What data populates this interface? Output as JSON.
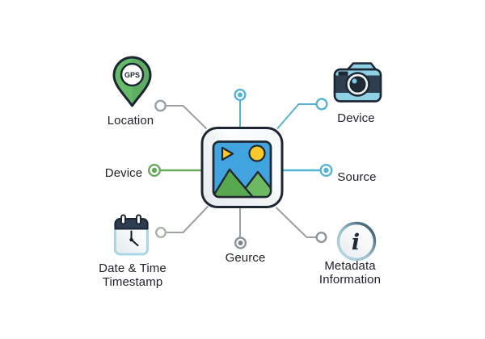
{
  "diagram_subject": "image-metadata-diagram",
  "center": {
    "icon": "image-thumbnail-icon"
  },
  "nodes": {
    "location": {
      "label": "Location",
      "icon": "gps-pin-icon",
      "badge": "GPS",
      "connector_color": "#9aa0a5",
      "connector_style": "open-circle"
    },
    "device_top": {
      "label": "Device",
      "icon": "camera-icon",
      "connector_color": "#56b3d3",
      "connector_style": "open-circle"
    },
    "device_left": {
      "label": "Device",
      "connector_color": "#67a85c",
      "connector_style": "ring-dot"
    },
    "source_right": {
      "label": "Source",
      "connector_color": "#56b3d3",
      "connector_style": "ring-dot"
    },
    "source_top": {
      "connector_color": "#56b3d3",
      "connector_style": "ring-dot"
    },
    "timestamp": {
      "label_line1": "Date & Time",
      "label_line2": "Timestamp",
      "icon": "calendar-clock-icon",
      "connector_color": "#a9b4a6",
      "connector_style": "open-circle"
    },
    "source_bottom": {
      "label": "Geurce",
      "connector_color": "#8d9499",
      "connector_style": "ring-dot"
    },
    "metadata": {
      "label_line1": "Metadata",
      "label_line2": "Information",
      "icon": "info-icon",
      "glyph": "i",
      "connector_color": "#8d9499",
      "connector_style": "open-circle"
    }
  },
  "colors": {
    "background": "#ffffff",
    "outline_dark": "#1d2733",
    "accent_teal": "#56b3d3",
    "accent_green": "#67a85c",
    "connector_gray": "#9aa0a5",
    "sky_blue": "#42a4de",
    "sun_yellow": "#f9c82a",
    "mountain_green_front": "#57a84f",
    "mountain_green_back": "#6cb961",
    "camera_blue": "#8fd0e5",
    "navy": "#2e3d4f",
    "pin_green": "#66bb6a",
    "text": "#1e2126"
  }
}
